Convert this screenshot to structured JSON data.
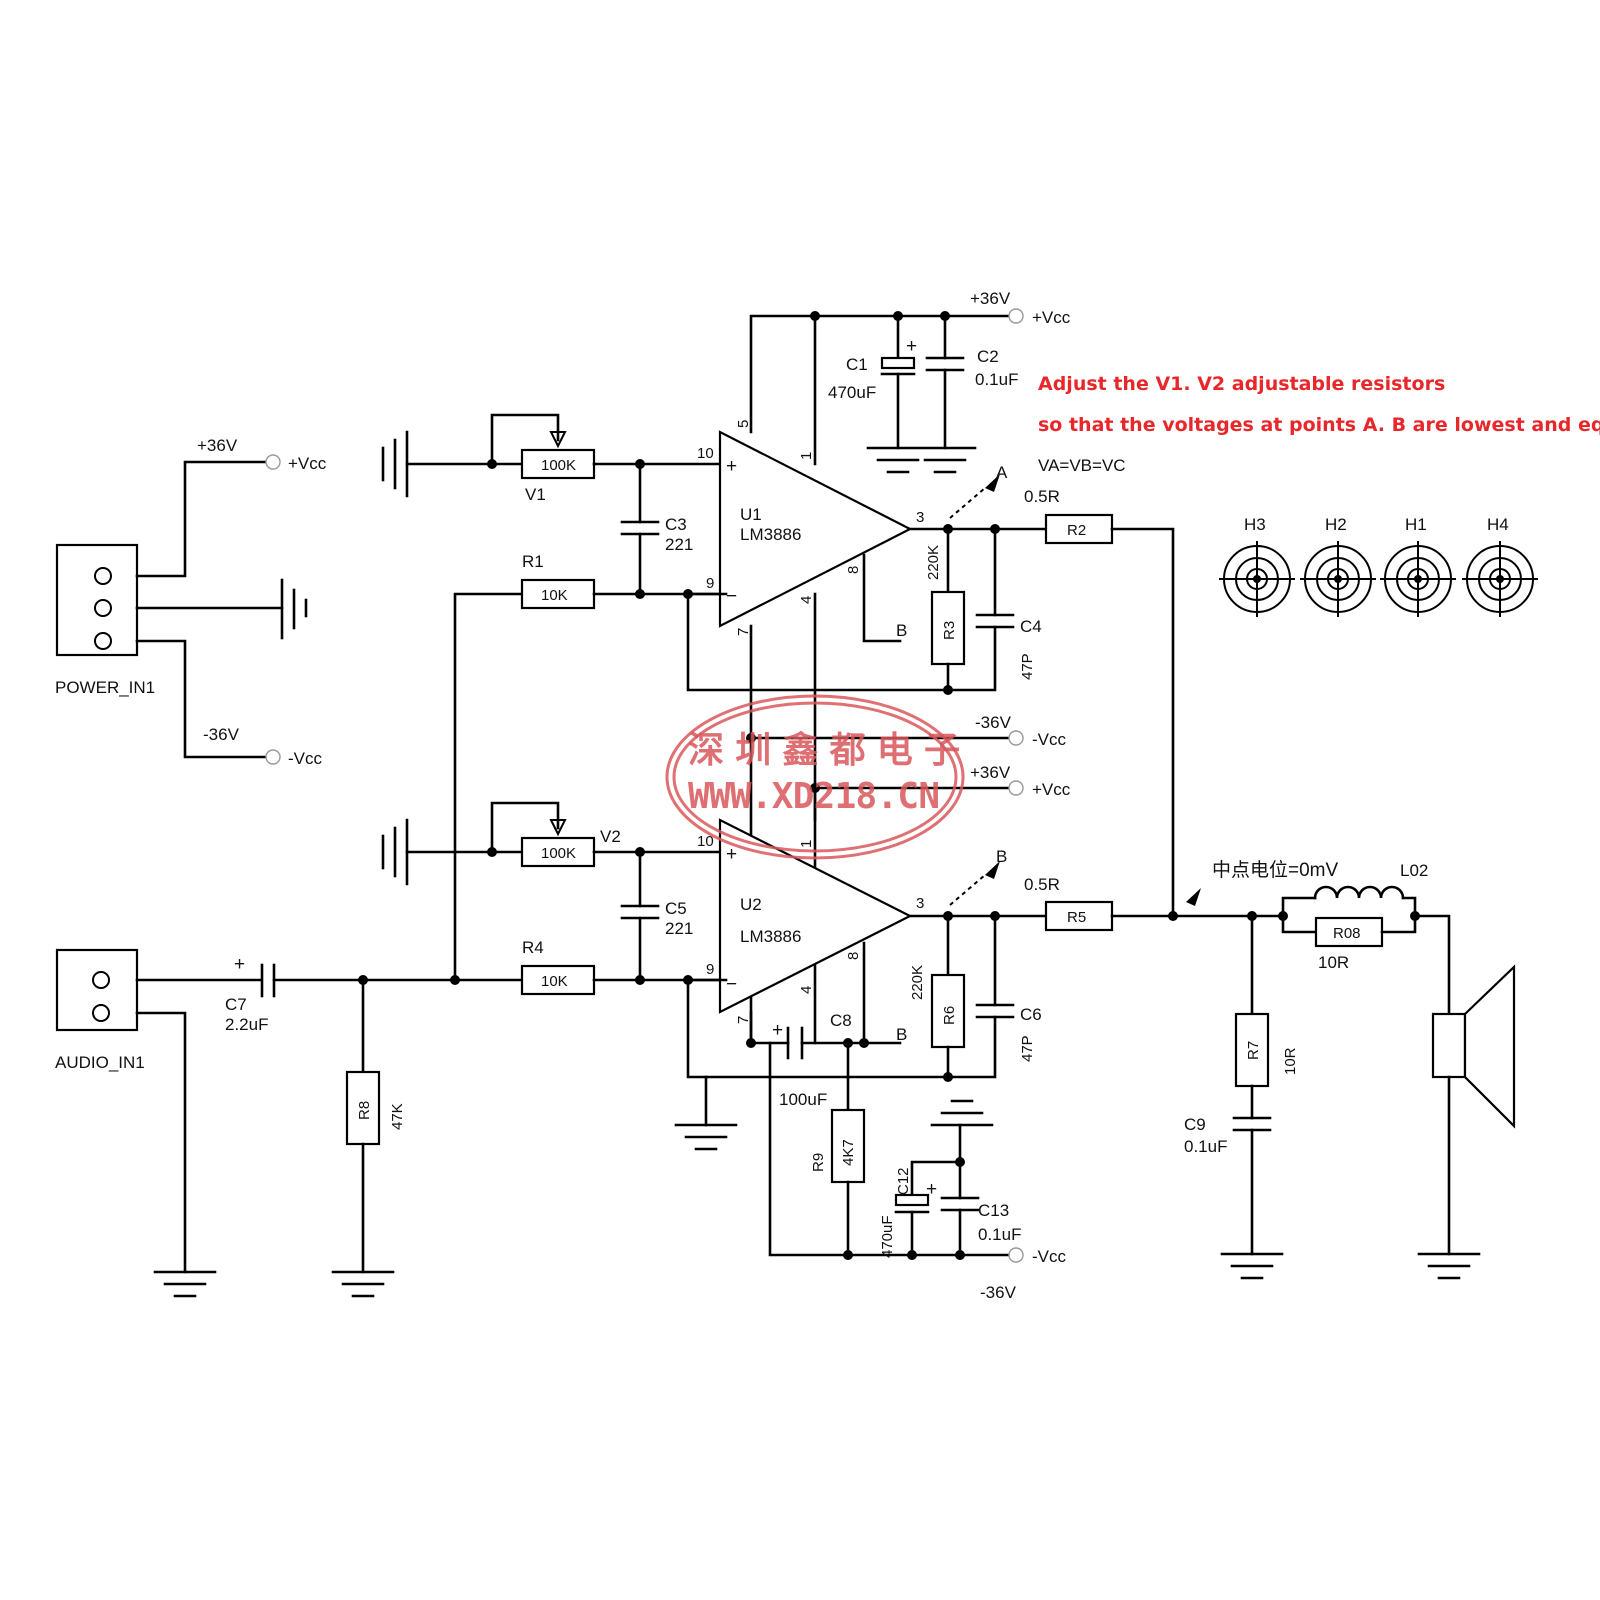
{
  "power": {
    "label": "POWER_IN1",
    "pos_v": "+36V",
    "pos_net": "+Vcc",
    "neg_v": "-36V",
    "neg_net": "-Vcc"
  },
  "audio": {
    "label": "AUDIO_IN1"
  },
  "top_rail": {
    "v": "+36V",
    "net": "+Vcc"
  },
  "mid_neg_rail": {
    "v": "-36V",
    "net": "-Vcc"
  },
  "mid_pos_rail": {
    "v": "+36V",
    "net": "+Vcc"
  },
  "bottom_rail": {
    "v": "-36V",
    "net": "-Vcc"
  },
  "u1": {
    "ref": "U1",
    "part": "LM3886",
    "pin_inp": "10",
    "pin_inn": "9",
    "pin_out": "3",
    "pin_v5": "5",
    "pin_v1": "1",
    "pin_v4": "4",
    "pin_v7": "7",
    "pin_v8": "8",
    "plus": "+",
    "minus": "−"
  },
  "u2": {
    "ref": "U2",
    "part": "LM3886",
    "pin_inp": "10",
    "pin_inn": "9",
    "pin_out": "3",
    "pin_v1": "1",
    "pin_v4": "4",
    "pin_v7": "7",
    "pin_v8": "8",
    "plus": "+",
    "minus": "−"
  },
  "v1": {
    "ref": "V1",
    "value": "100K"
  },
  "v2": {
    "ref": "V2",
    "value": "100K"
  },
  "r1": {
    "ref": "R1",
    "value": "10K"
  },
  "r2": {
    "ref": "R2",
    "value": "0.5R"
  },
  "r3": {
    "ref": "R3",
    "value": "220K"
  },
  "r4": {
    "ref": "R4",
    "value": "10K"
  },
  "r5": {
    "ref": "R5",
    "value": "0.5R"
  },
  "r6": {
    "ref": "R6",
    "value": "220K"
  },
  "r7": {
    "ref": "R7",
    "value": "10R"
  },
  "r8": {
    "ref": "R8",
    "value": "47K"
  },
  "r9": {
    "ref": "R9",
    "value": "4K7"
  },
  "r08": {
    "ref": "R08",
    "value": "10R"
  },
  "l02": {
    "ref": "L02"
  },
  "c1": {
    "ref": "C1",
    "value": "470uF"
  },
  "c2": {
    "ref": "C2",
    "value": "0.1uF"
  },
  "c3": {
    "ref": "C3",
    "value": "221"
  },
  "c4": {
    "ref": "C4",
    "value": "47P"
  },
  "c5": {
    "ref": "C5",
    "value": "221"
  },
  "c6": {
    "ref": "C6",
    "value": "47P"
  },
  "c7": {
    "ref": "C7",
    "value": "2.2uF"
  },
  "c8": {
    "ref": "C8",
    "value": "100uF"
  },
  "c9": {
    "ref": "C9",
    "value": "0.1uF"
  },
  "c12": {
    "ref": "C12",
    "value": "470uF"
  },
  "c13": {
    "ref": "C13",
    "value": "0.1uF"
  },
  "points": {
    "a": "A",
    "b": "B",
    "b_u1": "B",
    "b_u2": "B"
  },
  "midpoint": "中点电位=0mV",
  "holes": [
    "H3",
    "H2",
    "H1",
    "H4"
  ],
  "note": {
    "line1": "Adjust the V1. V2 adjustable resistors",
    "line2": "so that the voltages at points A. B are lowest and equal.",
    "line3": "VA=VB=VC"
  },
  "stamp": {
    "cn": "深圳鑫都电子",
    "url": "WWW.XD218.CN"
  },
  "colors": {
    "wire": "#000000",
    "note": "#e8272a",
    "stamp": "#d9575b"
  }
}
